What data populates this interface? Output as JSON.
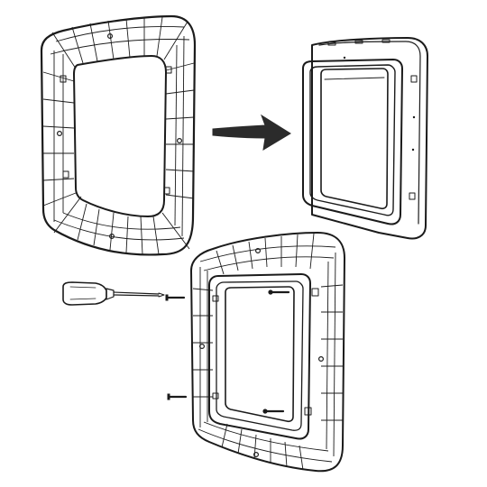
{
  "colors": {
    "frame_fill": "#b7bfd9",
    "line": "#1b1b1b",
    "arrow": "#2b2b2b",
    "screwdriver_handle": "#9aa3c0",
    "background": "#ffffff"
  },
  "steps": [
    {
      "name": "highlighted-trim-frame",
      "icon": "frame-outline"
    },
    {
      "name": "installed-flap-unit",
      "icon": "flap-housing"
    },
    {
      "name": "frame-screwing",
      "icon": "screwdriver-with-screws"
    }
  ]
}
